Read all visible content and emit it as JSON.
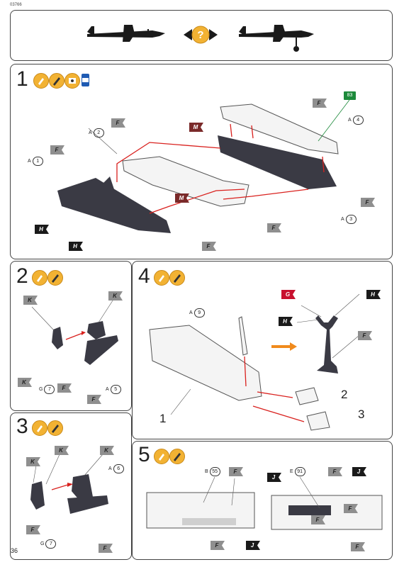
{
  "page": {
    "code": "03766",
    "page_number": "36"
  },
  "top": {
    "question_mark": "?"
  },
  "step1": {
    "number": "1",
    "paint_badge": "83",
    "labels": {
      "a1": "A",
      "a1n": "1",
      "a2": "A",
      "a2n": "2",
      "a3": "A",
      "a3n": "3",
      "a4": "A",
      "a4n": "4"
    },
    "flags": {
      "f1": "F",
      "f2": "F",
      "f3": "F",
      "f4": "F",
      "f5": "F",
      "f6": "F",
      "m1": "M",
      "m2": "M",
      "h1": "H",
      "h2": "H"
    }
  },
  "step2": {
    "number": "2",
    "labels": {
      "g7": "G",
      "g7n": "7",
      "a5": "A",
      "a5n": "5"
    },
    "flags": {
      "k1": "K",
      "k2": "K",
      "k3": "K",
      "f1": "F",
      "f2": "F"
    }
  },
  "step3": {
    "number": "3",
    "labels": {
      "g7": "G",
      "g7n": "7",
      "a6": "A",
      "a6n": "6"
    },
    "flags": {
      "k1": "K",
      "k2": "K",
      "k3": "K",
      "f1": "F",
      "f2": "F"
    }
  },
  "step4": {
    "number": "4",
    "labels": {
      "a9": "A",
      "a9n": "9",
      "sub1": "1",
      "sub2": "2",
      "sub3": "3"
    },
    "flags": {
      "g": "G",
      "h1": "H",
      "h2": "H",
      "f": "F"
    }
  },
  "step5": {
    "number": "5",
    "labels": {
      "b55": "B",
      "b55n": "55",
      "e91": "E",
      "e91n": "91"
    },
    "flags": {
      "f1": "F",
      "f2": "F",
      "f3": "F",
      "f4": "F",
      "f5": "F",
      "f6": "F",
      "j1": "J",
      "j2": "J",
      "j3": "J"
    }
  },
  "colors": {
    "ink": "#3a3a44",
    "arrow": "#d9211e",
    "paint_icon": "#f2b233",
    "orange_arrow": "#f08a1c",
    "flag_red": "#c8102e",
    "flag_dark": "#1a1a1a",
    "flag_light": "#8f8f8f"
  }
}
